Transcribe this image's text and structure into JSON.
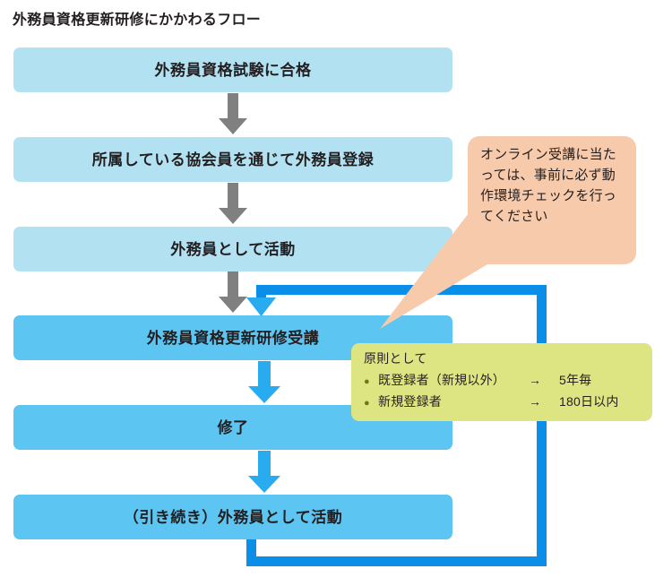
{
  "title": "外務員資格更新研修にかかわるフロー",
  "flow": {
    "steps": [
      {
        "id": "step-pass-exam",
        "label": "外務員資格試験に合格",
        "tone": "light"
      },
      {
        "id": "step-register",
        "label": "所属している協会員を通じて外務員登録",
        "tone": "light"
      },
      {
        "id": "step-active",
        "label": "外務員として活動",
        "tone": "light"
      },
      {
        "id": "step-take-training",
        "label": "外務員資格更新研修受講",
        "tone": "bright"
      },
      {
        "id": "step-complete",
        "label": "修了",
        "tone": "bright"
      },
      {
        "id": "step-continue-active",
        "label": "（引き続き）外務員として活動",
        "tone": "bright"
      }
    ]
  },
  "callout": {
    "text": "オンライン受講に当たっては、事前に必ず動作環境チェックを行ってください"
  },
  "note": {
    "heading": "原則として",
    "rows": [
      {
        "bullet": "●",
        "term": "既登録者（新規以外）",
        "arrow": "→",
        "value": "5年毎"
      },
      {
        "bullet": "●",
        "term": "新規登録者",
        "arrow": "→",
        "value": "180日以内"
      }
    ]
  },
  "colors": {
    "box_light": "#b2e2f2",
    "box_bright": "#5cc5f2",
    "arrow_gray": "#808080",
    "arrow_blue": "#29abf0",
    "loop_blue": "#0b8ee8",
    "callout_bg": "#f6caab",
    "note_bg": "#dde582",
    "text": "#231f20"
  }
}
